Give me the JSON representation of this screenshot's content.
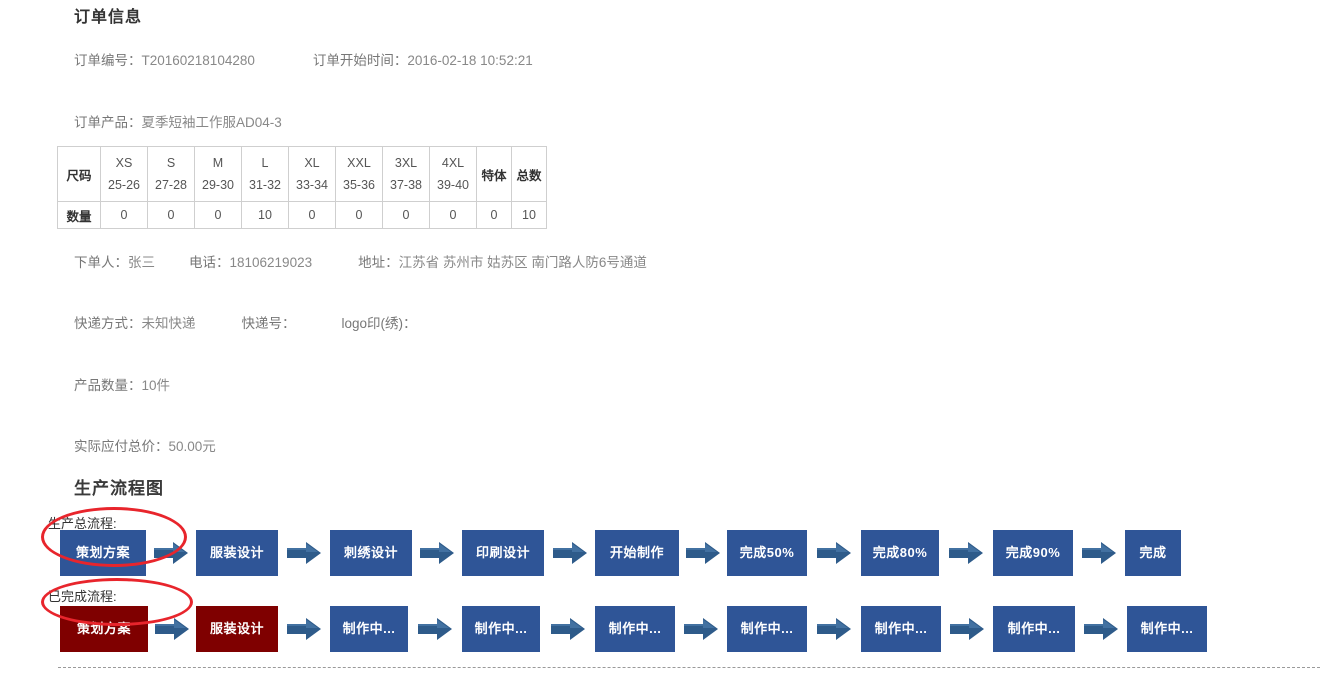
{
  "order_section": {
    "title": "订单信息",
    "order_no_label": "订单编号：",
    "order_no_value": "T20160218104280",
    "start_time_label": "订单开始时间：",
    "start_time_value": "2016-02-18 10:52:21",
    "product_label": "订单产品：",
    "product_value": "夏季短袖工作服AD04-3",
    "customer_label": "下单人：",
    "customer_value": "张三",
    "phone_label": "电话：",
    "phone_value": "18106219023",
    "address_label": "地址：",
    "address_value": "江苏省 苏州市 姑苏区 南门路人防6号通道",
    "express_label": "快递方式：",
    "express_value": "未知快递",
    "tracking_label": "快递号：",
    "tracking_value": "",
    "logo_label": "logo印(绣)：",
    "logo_value": "",
    "quantity_label": "产品数量：",
    "quantity_value": "10件",
    "price_label": "实际应付总价：",
    "price_value": "50.00元"
  },
  "size_table": {
    "row_label_size": "尺码",
    "row_label_qty": "数量",
    "columns": [
      {
        "name": "XS",
        "range": "25-26",
        "qty": "0"
      },
      {
        "name": "S",
        "range": "27-28",
        "qty": "0"
      },
      {
        "name": "M",
        "range": "29-30",
        "qty": "0"
      },
      {
        "name": "L",
        "range": "31-32",
        "qty": "10"
      },
      {
        "name": "XL",
        "range": "33-34",
        "qty": "0"
      },
      {
        "name": "XXL",
        "range": "35-36",
        "qty": "0"
      },
      {
        "name": "3XL",
        "range": "37-38",
        "qty": "0"
      },
      {
        "name": "4XL",
        "range": "39-40",
        "qty": "0"
      }
    ],
    "special_label": "特体",
    "special_qty": "0",
    "total_label": "总数",
    "total_qty": "10"
  },
  "flow_section": {
    "title": "生产流程图",
    "total_flow_label": "生产总流程:",
    "done_flow_label": "已完成流程:",
    "colors": {
      "step_blue": "#2f5597",
      "step_dark_red": "#7f0000",
      "arrow": "#2e5b8a",
      "annotation_red": "#e8252c"
    },
    "total_flow_steps": [
      {
        "label": "策划方案",
        "state": "blue"
      },
      {
        "label": "服装设计",
        "state": "blue"
      },
      {
        "label": "刺绣设计",
        "state": "blue"
      },
      {
        "label": "印刷设计",
        "state": "blue"
      },
      {
        "label": "开始制作",
        "state": "blue"
      },
      {
        "label": "完成50%",
        "state": "blue"
      },
      {
        "label": "完成80%",
        "state": "blue"
      },
      {
        "label": "完成90%",
        "state": "blue"
      },
      {
        "label": "完成",
        "state": "blue"
      }
    ],
    "done_flow_steps": [
      {
        "label": "策划方案",
        "state": "dark-red"
      },
      {
        "label": "服装设计",
        "state": "dark-red"
      },
      {
        "label": "制作中...",
        "state": "blue"
      },
      {
        "label": "制作中...",
        "state": "blue"
      },
      {
        "label": "制作中...",
        "state": "blue"
      },
      {
        "label": "制作中...",
        "state": "blue"
      },
      {
        "label": "制作中...",
        "state": "blue"
      },
      {
        "label": "制作中...",
        "state": "blue"
      },
      {
        "label": "制作中...",
        "state": "blue"
      }
    ]
  }
}
